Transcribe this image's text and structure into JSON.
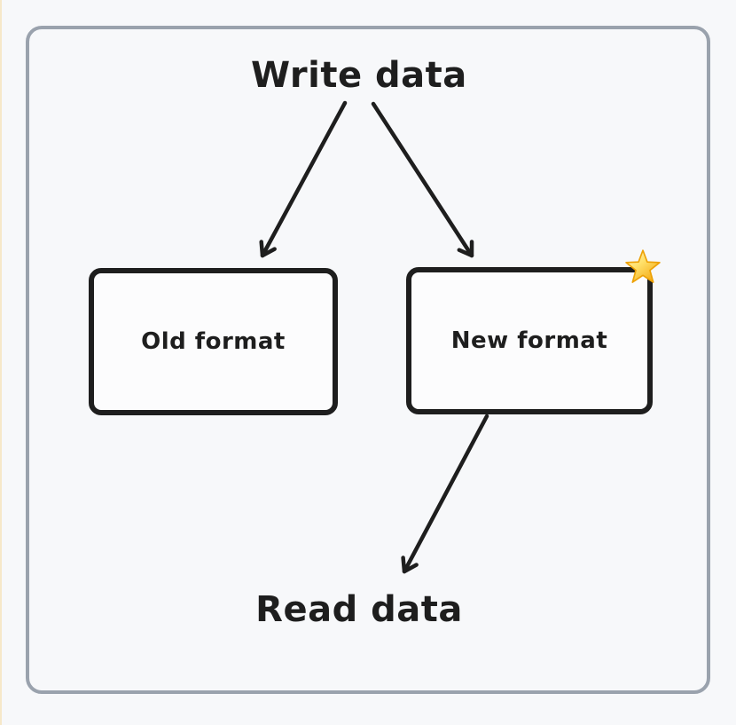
{
  "page": {
    "background_color": "#f7f8fa",
    "left_strip_color": "#f6e8c9",
    "frame_border_color": "#9aa2ad"
  },
  "diagram": {
    "stroke_color": "#1e1e1e",
    "title": "Write data",
    "footer": "Read data",
    "nodes": [
      {
        "id": "old",
        "label": "Old format"
      },
      {
        "id": "new",
        "label": "New format",
        "badge_icon": "star-emoji",
        "badge_color": "#f7b500"
      }
    ],
    "edges": [
      {
        "from": "Write data",
        "to": "Old format"
      },
      {
        "from": "Write data",
        "to": "New format"
      },
      {
        "from": "New format",
        "to": "Read data"
      }
    ]
  }
}
